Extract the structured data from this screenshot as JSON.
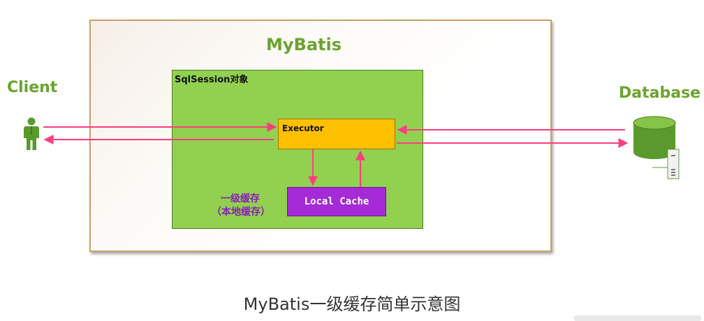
{
  "diagram": {
    "outer_label": "MyBatis",
    "session_label": "SqlSession对象",
    "executor_label": "Executor",
    "cache_label": "Local Cache",
    "cache_note_line1": "一级缓存",
    "cache_note_line2": "（本地缓存）",
    "client_label": "Client",
    "database_label": "Database",
    "caption": "MyBatis一级缓存简单示意图"
  },
  "icons": {
    "client": "person-icon",
    "database": "database-cylinder-icon",
    "server": "server-tower-icon"
  },
  "colors": {
    "arrow": "#ff3d7f",
    "label_green": "#6aa42e",
    "session_fill": "#92d050",
    "executor_fill": "#ffc000",
    "cache_fill": "#a52ad8",
    "cache_note": "#8a1fb8",
    "outer_border": "#c9a06a"
  }
}
